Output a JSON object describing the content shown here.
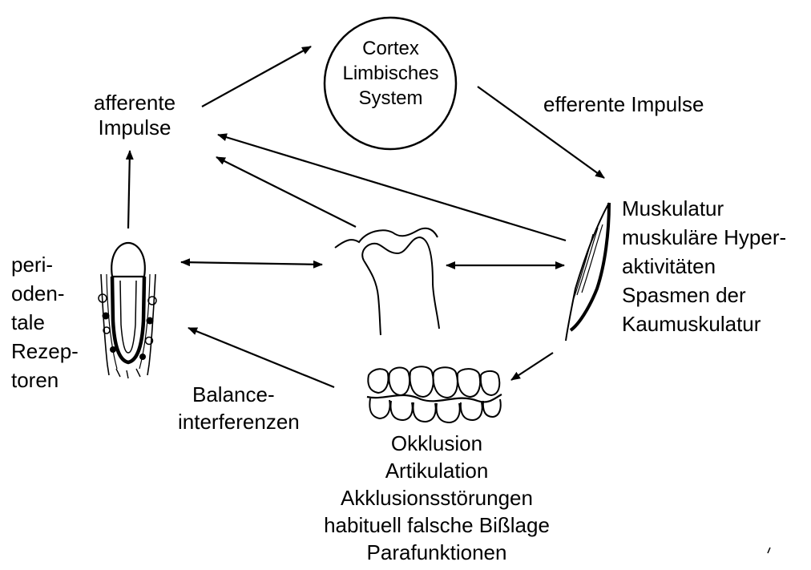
{
  "nodes": {
    "cortex": {
      "lines": [
        "Cortex",
        "Limbisches",
        "System"
      ]
    },
    "afferent": {
      "lines": [
        "afferente",
        "Impulse"
      ]
    },
    "efferent": {
      "label": "efferente Impulse"
    },
    "muscle": {
      "lines": [
        "Muskulatur",
        "muskuläre Hyper-",
        "aktivitäten",
        "Spasmen der",
        "Kaumuskulatur"
      ]
    },
    "receptors": {
      "lines": [
        "peri-",
        "oden-",
        "tale",
        "Rezep-",
        "toren"
      ]
    },
    "balance": {
      "lines": [
        "Balance-",
        "interferenzen"
      ]
    },
    "occlusion": {
      "lines": [
        "Okklusion",
        "Artikulation",
        "Akklusionsstörungen",
        "habituell falsche Bißlage",
        "Parafunktionen"
      ]
    }
  },
  "colors": {
    "ink": "#000000",
    "background": "#ffffff"
  },
  "icons": {
    "tooth": "tooth-with-periodontal-receptors-icon",
    "joint": "temporomandibular-joint-icon",
    "muscle": "muscle-spindle-icon",
    "teeth": "dental-arch-teeth-icon"
  }
}
